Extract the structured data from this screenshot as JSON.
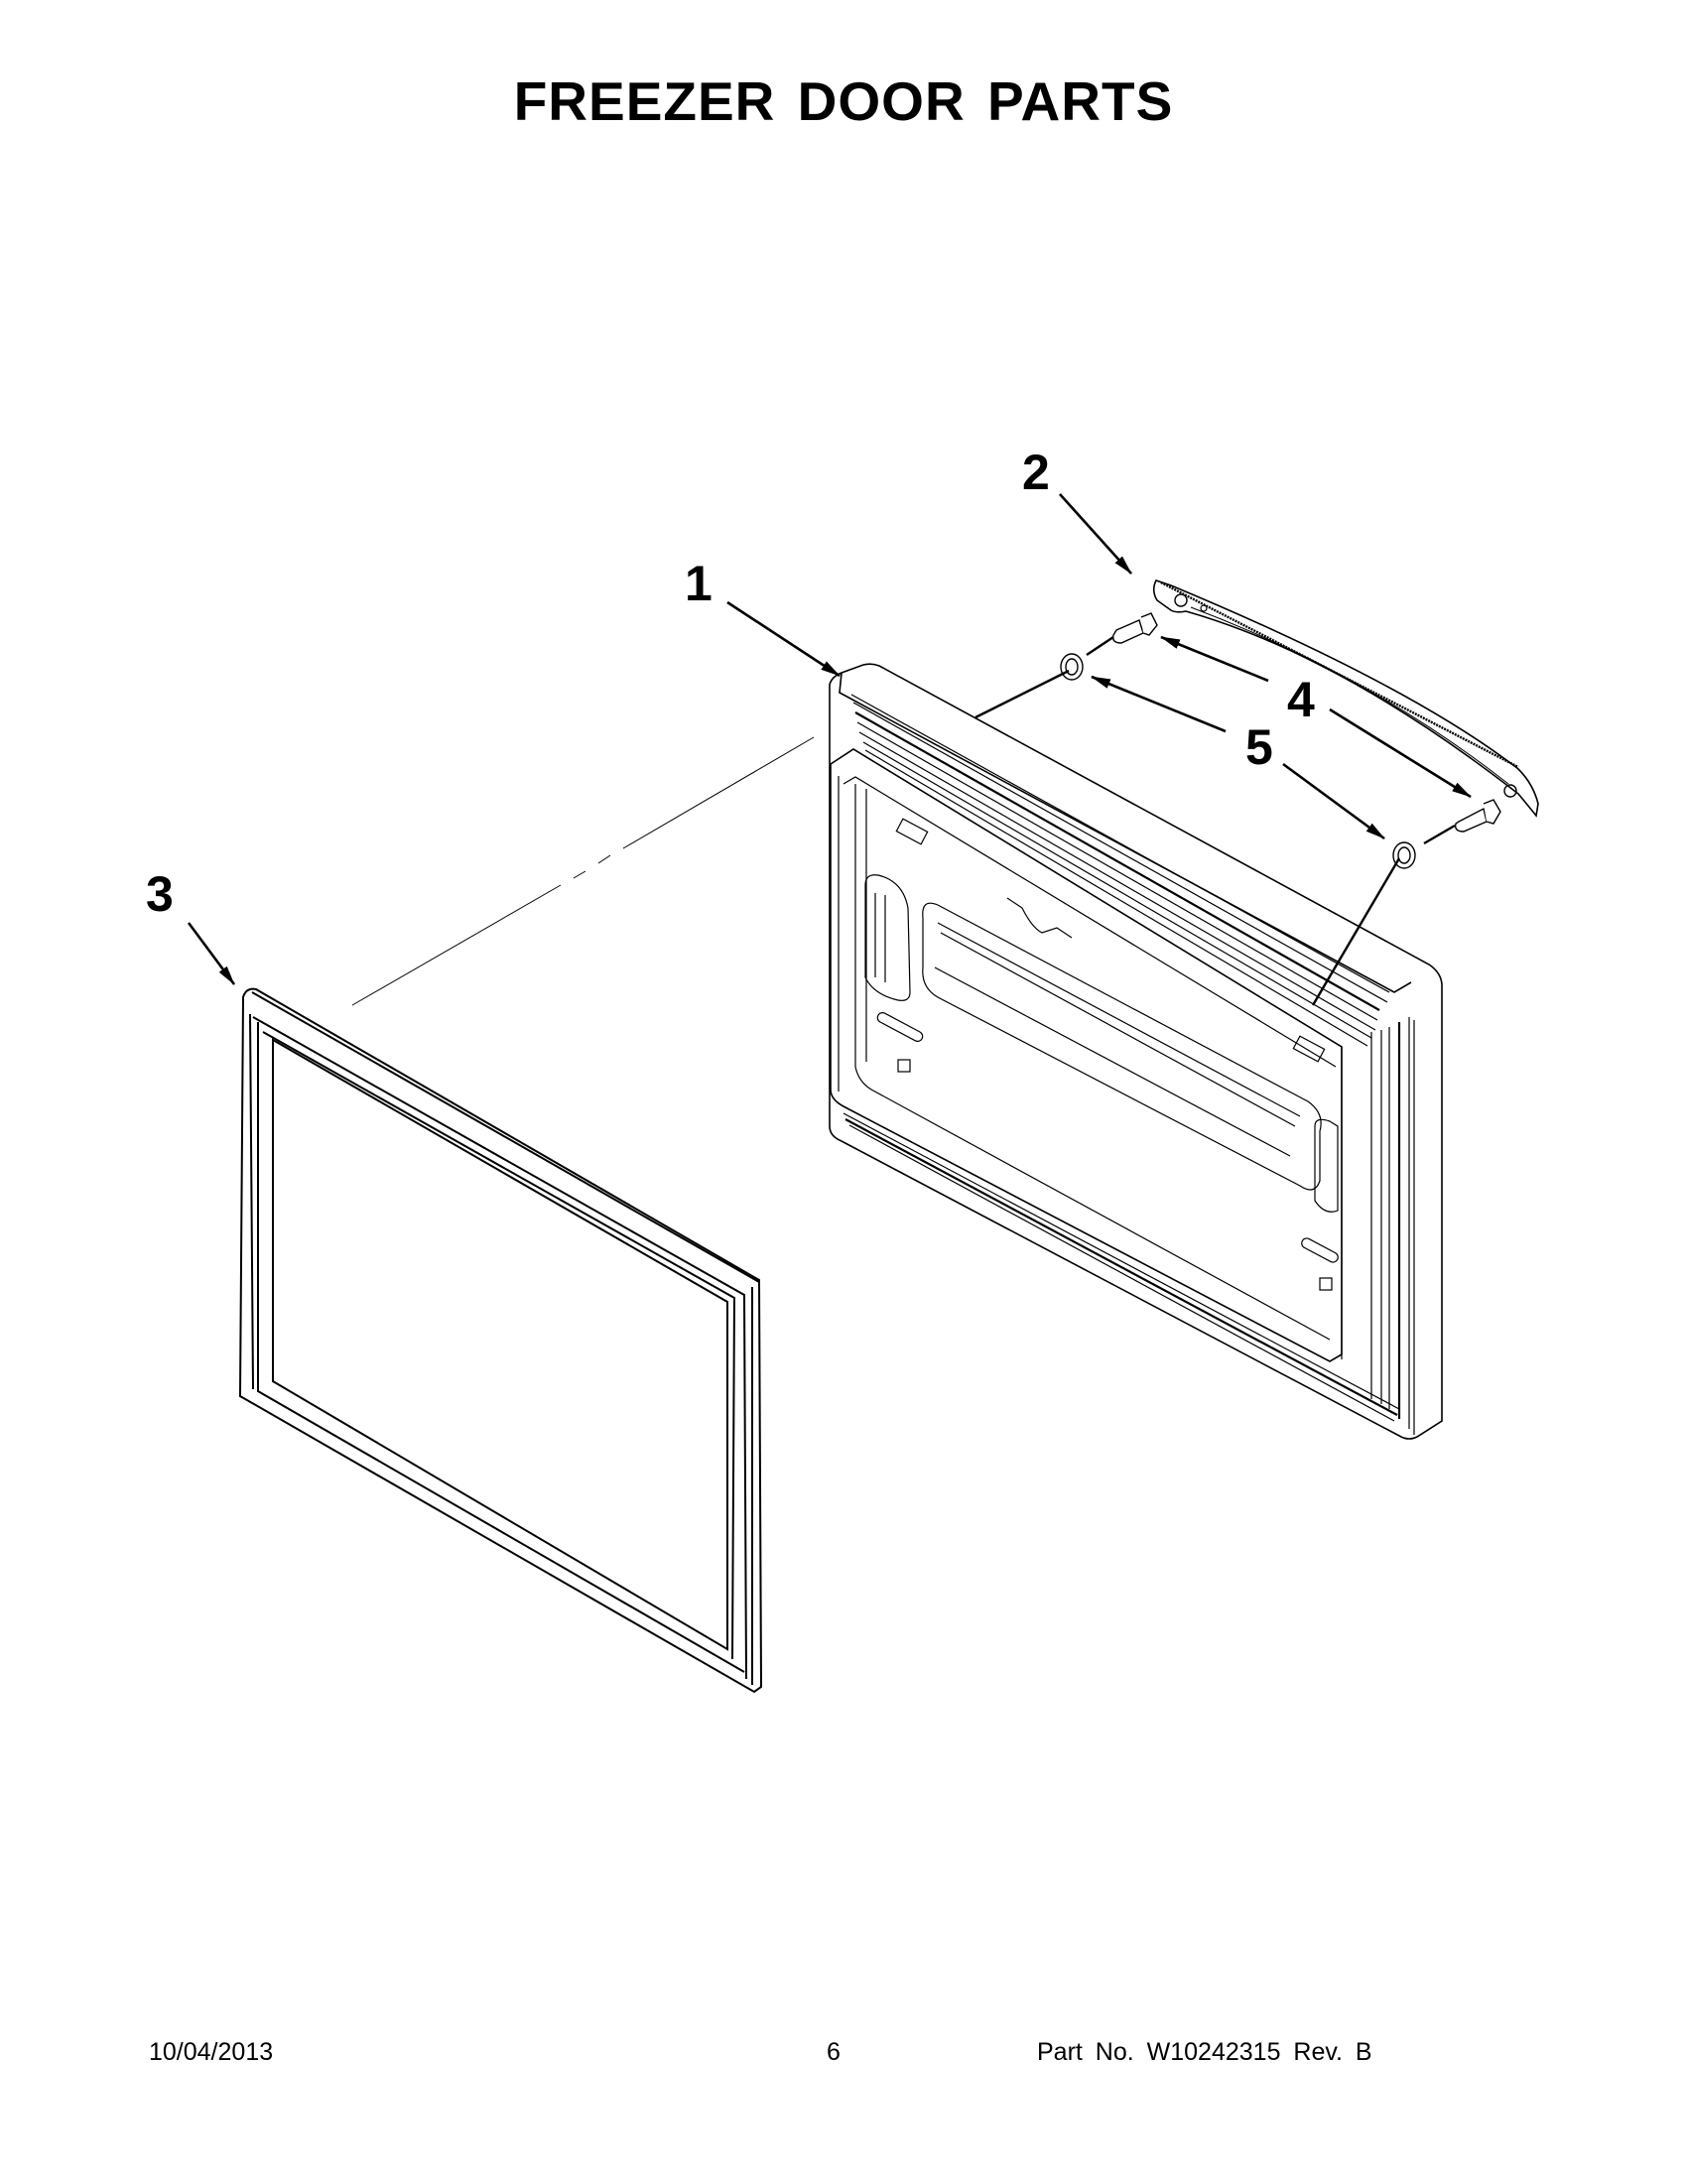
{
  "page": {
    "title": "FREEZER DOOR PARTS",
    "date": "10/04/2013",
    "page_number": "6",
    "part_number_label": "Part No.  W10242315  Rev.  B"
  },
  "callouts": [
    {
      "number": "1",
      "part": "freezer-door"
    },
    {
      "number": "2",
      "part": "door-handle"
    },
    {
      "number": "3",
      "part": "door-gasket"
    },
    {
      "number": "4",
      "part": "handle-screw"
    },
    {
      "number": "5",
      "part": "handle-mounting-stud"
    }
  ],
  "colors": {
    "line": "#000000",
    "background": "#ffffff"
  }
}
